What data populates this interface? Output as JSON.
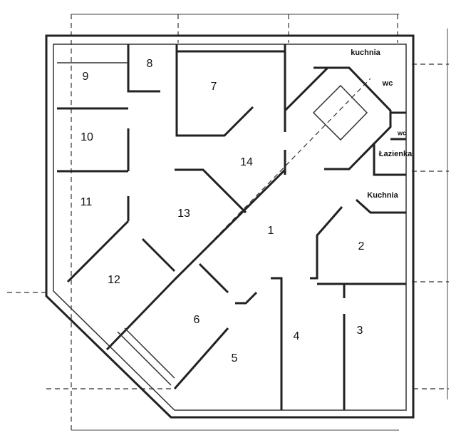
{
  "diagram": {
    "type": "floor-plan",
    "rooms": {
      "r1": "1",
      "r2": "2",
      "r3": "3",
      "r4": "4",
      "r5": "5",
      "r6": "6",
      "r7": "7",
      "r8": "8",
      "r9": "9",
      "r10": "10",
      "r11": "11",
      "r12": "12",
      "r13": "13",
      "r14": "14"
    },
    "labels": {
      "kitchen_top": "kuchnia",
      "wc_1": "wc",
      "wc_2": "wc",
      "bathroom": "Łazienka",
      "kitchen_right": "Kuchnia"
    }
  }
}
